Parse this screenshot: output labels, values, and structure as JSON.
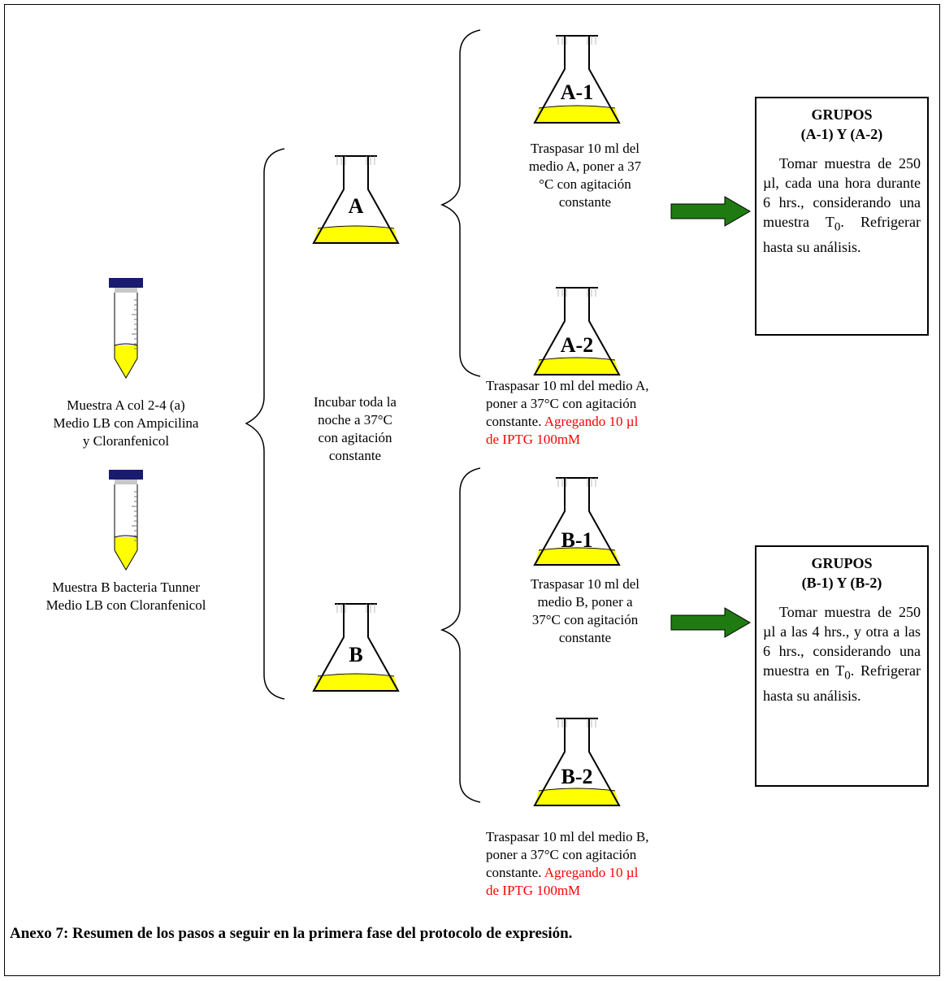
{
  "caption": "Anexo 7: Resumen de los pasos a seguir en la primera fase del protocolo de expresión.",
  "colors": {
    "medium": "#ffff00",
    "cap": "#1a1a6e",
    "arrow": "#1f7a12",
    "highlight": "#ff0000"
  },
  "samples": {
    "a": {
      "line1": "Muestra A col 2-4 (a)",
      "line2": "Medio LB con Ampicilina",
      "line3": "y Cloranfenicol"
    },
    "b": {
      "line1": "Muestra B bacteria Tunner",
      "line2": "Medio LB con Cloranfenicol"
    }
  },
  "incubate": {
    "line1": "Incubar toda la",
    "line2": "noche a 37°C",
    "line3": "con agitación",
    "line4": "constante"
  },
  "flasks": {
    "a": "A",
    "b": "B",
    "a1": "A-1",
    "a2": "A-2",
    "b1": "B-1",
    "b2": "B-2"
  },
  "steps": {
    "a1": {
      "line1": "Traspasar 10 ml del",
      "line2": "medio A, poner a 37",
      "line3": "°C  con agitación",
      "line4": "constante"
    },
    "a2": {
      "line1": "Traspasar 10 ml del medio A,",
      "line2": "poner a 37°C  con agitación",
      "line3a": "constante. ",
      "line3b": "Agregando 10 µl",
      "line4": "de IPTG 100mM"
    },
    "b1": {
      "line1": "Traspasar 10 ml del",
      "line2": "medio B, poner a",
      "line3": "37°C con agitación",
      "line4": "constante"
    },
    "b2": {
      "line1": "Traspasar 10 ml del medio B,",
      "line2": "poner a 37°C  con agitación",
      "line3a": "constante. ",
      "line3b": "Agregando 10 µl",
      "line4": "de IPTG 100mM"
    }
  },
  "groups": {
    "a": {
      "title1": "GRUPOS",
      "title2": "(A-1) Y (A-2)",
      "body_pre": "Tomar muestra de 250 µl, cada una hora durante 6 hrs., considerando una muestra T",
      "sub": "0",
      "body_post": ". Refrigerar hasta su análisis."
    },
    "b": {
      "title1": "GRUPOS",
      "title2": "(B-1) Y (B-2)",
      "body_pre": "Tomar muestra de 250 µl a las 4 hrs., y otra a las 6 hrs., considerando una muestra en T",
      "sub": "0",
      "body_post": ". Refrigerar hasta su análisis."
    }
  }
}
